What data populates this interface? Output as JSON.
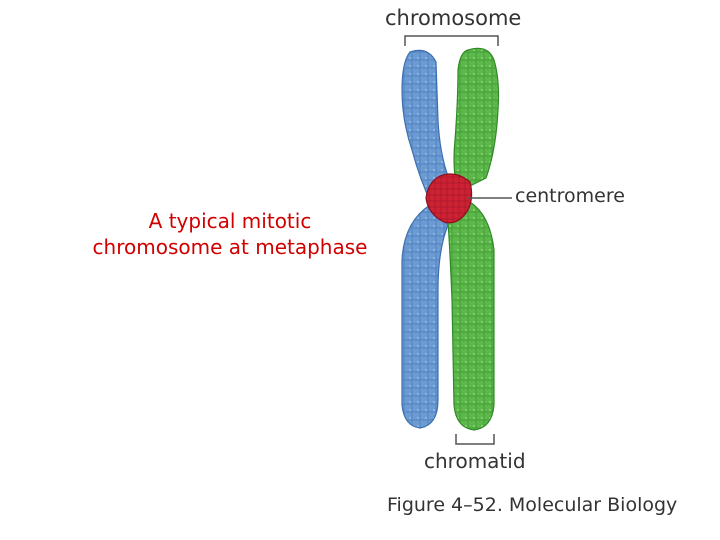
{
  "caption": {
    "line1": "A typical mitotic",
    "line2": "chromosome at metaphase"
  },
  "labels": {
    "chromosome": "chromosome",
    "centromere": "centromere",
    "chromatid": "chromatid",
    "figure_credit": "Figure 4–52. Molecular Biology"
  },
  "colors": {
    "caption_text": "#d00000",
    "chromatid_left": "#6b9bd2",
    "chromatid_right": "#5cb84a",
    "centromere": "#cc2233",
    "label_lines": "#555555"
  }
}
